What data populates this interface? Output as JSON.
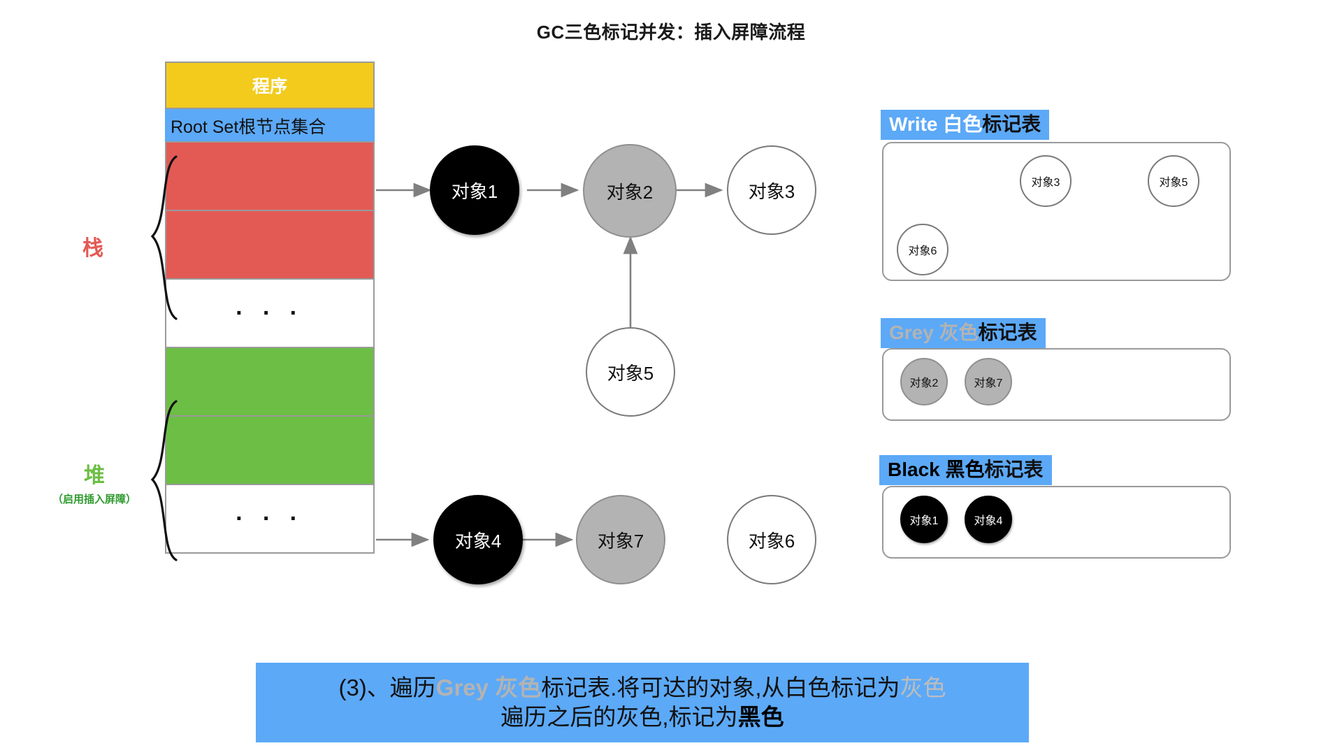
{
  "title": "GC三色标记并发：插入屏障流程",
  "memory_column": {
    "program_label": "程序",
    "rootset_label": "Root Set根节点集合",
    "dots": "· · ·",
    "rows": [
      {
        "name": "program",
        "type": "program",
        "label": "程序"
      },
      {
        "name": "rootset",
        "type": "rootset",
        "label": "Root Set根节点集合"
      },
      {
        "name": "stack-slot-1",
        "type": "red",
        "label": ""
      },
      {
        "name": "stack-slot-2",
        "type": "red",
        "label": ""
      },
      {
        "name": "stack-ellipsis",
        "type": "blank",
        "label": "· · ·"
      },
      {
        "name": "heap-slot-1",
        "type": "green",
        "label": ""
      },
      {
        "name": "heap-slot-2",
        "type": "green",
        "label": ""
      },
      {
        "name": "heap-ellipsis",
        "type": "blank",
        "label": "· · ·"
      }
    ]
  },
  "side_labels": {
    "stack": "栈",
    "heap": "堆",
    "heap_note": "（启用插入屏障）"
  },
  "graph": {
    "nodes": [
      {
        "id": "obj1",
        "label": "对象1",
        "color": "black"
      },
      {
        "id": "obj2",
        "label": "对象2",
        "color": "grey"
      },
      {
        "id": "obj3",
        "label": "对象3",
        "color": "white"
      },
      {
        "id": "obj5",
        "label": "对象5",
        "color": "white"
      },
      {
        "id": "obj4",
        "label": "对象4",
        "color": "black"
      },
      {
        "id": "obj7",
        "label": "对象7",
        "color": "grey"
      },
      {
        "id": "obj6",
        "label": "对象6",
        "color": "white"
      }
    ],
    "edges": [
      {
        "from": "root-stack",
        "to": "obj1"
      },
      {
        "from": "obj1",
        "to": "obj2"
      },
      {
        "from": "obj2",
        "to": "obj3"
      },
      {
        "from": "obj5",
        "to": "obj2"
      },
      {
        "from": "root-heap",
        "to": "obj4"
      },
      {
        "from": "obj4",
        "to": "obj7"
      }
    ]
  },
  "mark_tables": [
    {
      "name": "white-mark-table",
      "head_en": "Write",
      "head_color_cn": "白色",
      "head_suffix": "标记表",
      "items": [
        {
          "label": "对象3",
          "color": "white"
        },
        {
          "label": "对象5",
          "color": "white"
        },
        {
          "label": "对象6",
          "color": "white"
        }
      ]
    },
    {
      "name": "grey-mark-table",
      "head_en": "Grey",
      "head_color_cn": "灰色",
      "head_suffix": "标记表",
      "items": [
        {
          "label": "对象2",
          "color": "grey"
        },
        {
          "label": "对象7",
          "color": "grey"
        }
      ]
    },
    {
      "name": "black-mark-table",
      "head_en": "Black",
      "head_color_cn": "黑色",
      "head_suffix": "标记表",
      "items": [
        {
          "label": "对象1",
          "color": "black"
        },
        {
          "label": "对象4",
          "color": "black"
        }
      ]
    }
  ],
  "caption": {
    "step": "(3)、遍历",
    "grey_en": "Grey",
    "grey_cn": "灰色",
    "mid": "标记表.将可达的对象,从白色标记为",
    "grey_tail": "灰色",
    "line2_pre": "遍历之后的灰色,标记为",
    "line2_black": "黑色"
  },
  "colors": {
    "program_yellow": "#F2CB1D",
    "rootset_blue": "#5CA9F7",
    "stack_red": "#E35A55",
    "heap_green": "#6CBE45",
    "grey": "#B3B3B3",
    "black": "#000000",
    "arrow_grey": "#808080"
  }
}
